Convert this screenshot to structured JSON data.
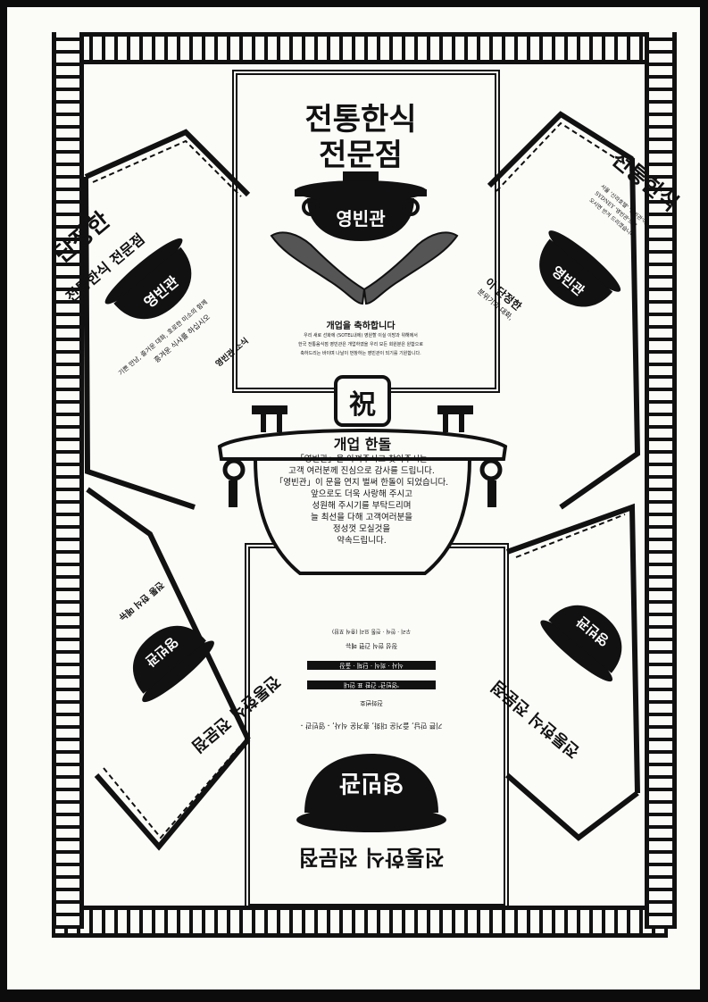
{
  "top_panel": {
    "title_line1": "전통한식",
    "title_line2": "전문점",
    "pot_label": "영빈관",
    "announce_title": "개업을 축하합니다",
    "announce_line1": "우리 새로 선화에 (SOTEL내에) 영원할 이실 이방과 위해에서",
    "announce_line2": "한국 전통음식점 영빈관은 개업하였을 우리 모든 회원분은 원합으로",
    "announce_line3": "축하드리는 바이며 나날이 번창하는 영빈관이 되기를 기원합니다."
  },
  "center_panel": {
    "character": "祝",
    "heading": "개업 한돌",
    "body": [
      "「영빈관」을 아껴주시고 찾아주시는",
      "고객 여러분께 진심으로 감사를 드립니다.",
      "「영빈관」이 문을 연지 벌써 한돌이 되었습니다.",
      "앞으로도 더욱 사랑해 주시고",
      "성원해 주시기를 부탁드리며",
      "늘 최선을 다해 고객여러분을",
      "정성껏 모실것을",
      "약속드립니다."
    ]
  },
  "left_panel": {
    "title": "단정한",
    "subtitle": "전통한식 전문점",
    "pot_label": "영빈관",
    "caption": "기쁜 만남, 즐거운 대화, 호로한 미소의 함께",
    "caption2": "흥겨운 식사를 하십시오",
    "footer": "영빈관 소식"
  },
  "right_panel": {
    "title": "전통한식",
    "pot_label": "영빈관",
    "side_text": "이 단정한",
    "side_text2": "분위기의 대화,",
    "note_line1": "서울 '신라호텔' '영빈관'이",
    "note_line2": "SYDNEY '영빈관'으로",
    "note_line3": "오시면 반겨 드리겠습니다."
  },
  "bottom_panel": {
    "title": "전통한식 전문점",
    "pot_label": "영빈관",
    "slogan": "기쁜 만남, 즐거운 대화, 흥겨운 식사, - 영빈관 -",
    "phone_label": "전화번호",
    "rows": [
      "'영빈관'  간판 표 안내",
      "식사 · 회식 · 단체 · 출장",
      "정성  한식  간편  메뉴",
      "우리 · 한식 · 전통 요리 (중식 포함)"
    ]
  },
  "bottom_left_panel": {
    "pot_label": "영빈관",
    "title": "전통한식 전문점",
    "menu_label": "전통 한식 메뉴"
  },
  "bottom_right_panel": {
    "pot_label": "영빈관",
    "title": "전통한식 전문점"
  }
}
